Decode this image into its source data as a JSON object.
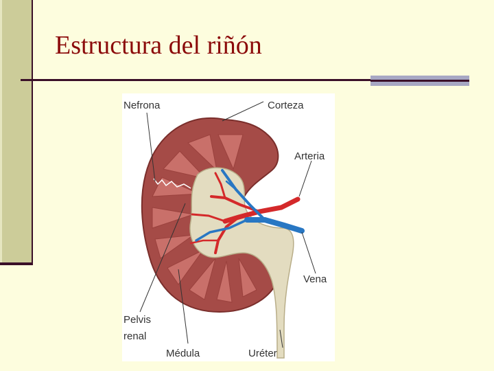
{
  "slide": {
    "title": "Estructura del riñón"
  },
  "diagram": {
    "labels": {
      "nefrona": "Nefrona",
      "corteza": "Corteza",
      "arteria": "Arteria",
      "vena": "Vena",
      "pelvis_line1": "Pelvis",
      "pelvis_line2": "renal",
      "medula": "Médula",
      "ureter": "Uréter"
    }
  },
  "colors": {
    "title": "#8b0a0a",
    "background": "#fdfdde",
    "sidebar": "#cccc99",
    "accent_rule": "#3a0f28",
    "artery": "#d4292a",
    "vein": "#2877c3",
    "cortex": "#a54b47",
    "medulla": "#c9706a",
    "pelvis": "#e3dcc0"
  }
}
